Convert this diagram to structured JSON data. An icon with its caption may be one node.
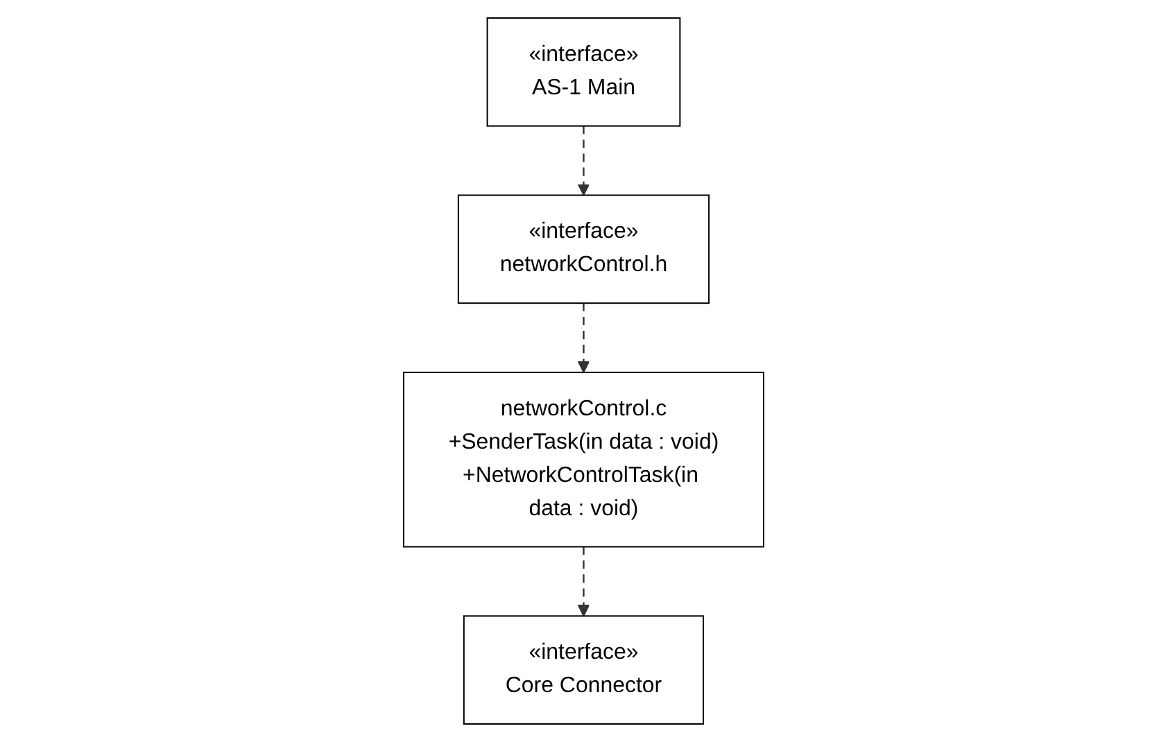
{
  "diagram": {
    "nodes": [
      {
        "text": [
          "«interface»",
          "AS-1 Main"
        ]
      },
      {
        "text": [
          "networkControl.c",
          "+SenderTask(in data : void)",
          "+NetworkControlTask(in data : void)"
        ]
      },
      {
        "text": [
          "«interface»",
          "networkControl.h"
        ]
      },
      {
        "text": [
          "«interface»",
          "Core Connector"
        ]
      }
    ],
    "edges": [
      {
        "from": 0,
        "to": 2,
        "arrow": "to",
        "style": "dashed"
      },
      {
        "from": 2,
        "to": 1,
        "arrow": "to",
        "style": "dashed"
      },
      {
        "from": 1,
        "to": 3,
        "arrow": "to",
        "style": "dashed"
      }
    ]
  }
}
